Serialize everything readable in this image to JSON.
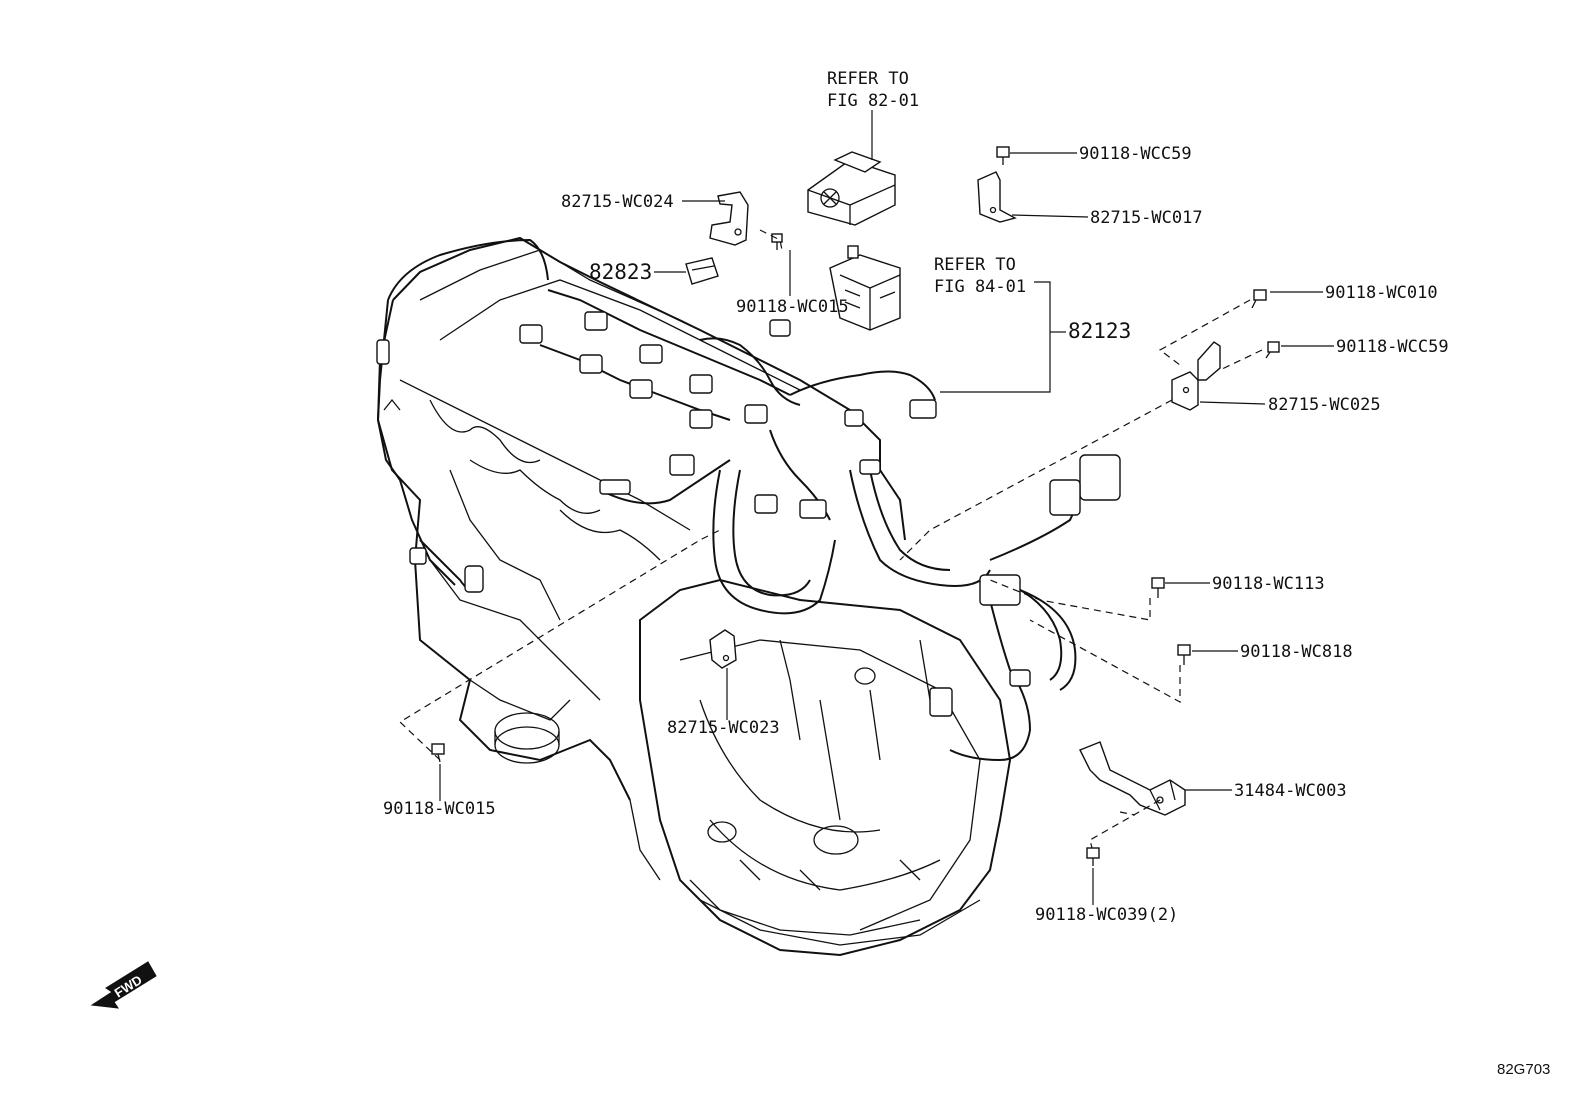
{
  "refs": {
    "fig82": {
      "line1": "REFER TO",
      "line2": "FIG 82-01"
    },
    "fig84": {
      "line1": "REFER TO",
      "line2": "FIG 84-01"
    }
  },
  "parts": {
    "p90118_wcc59_top": "90118-WCC59",
    "p82715_wc017": "82715-WC017",
    "p82715_wc024": "82715-WC024",
    "p82823": "82823",
    "p90118_wc015_top": "90118-WC015",
    "p82123": "82123",
    "p90118_wc010": "90118-WC010",
    "p90118_wcc59_right": "90118-WCC59",
    "p82715_wc025": "82715-WC025",
    "p90118_wc113": "90118-WC113",
    "p90118_wc818": "90118-WC818",
    "p82715_wc023": "82715-WC023",
    "p31484_wc003": "31484-WC003",
    "p90118_wc015_bottom": "90118-WC015",
    "p90118_wc039": "90118-WC039(2)"
  },
  "fwd_label": "FWD",
  "diagram_id": "82G703"
}
